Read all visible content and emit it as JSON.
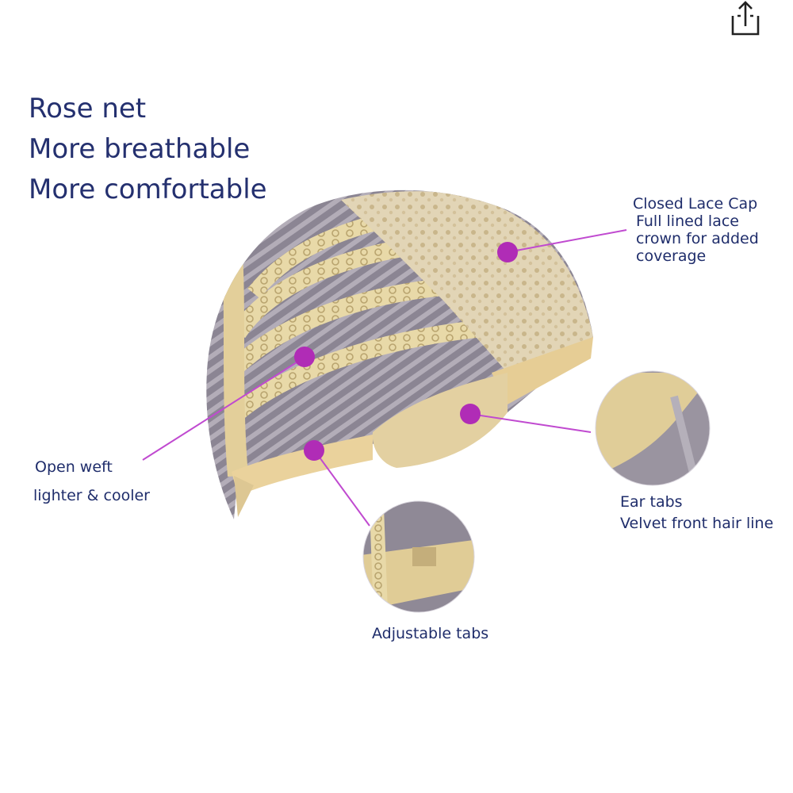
{
  "share": {
    "icon": "share-icon"
  },
  "headline": {
    "lines": [
      "Rose net",
      "More breathable",
      "More comfortable"
    ]
  },
  "callouts": {
    "closed_lace": {
      "title": "Closed Lace Cap",
      "lines": [
        "Full lined lace",
        "crown for added",
        "coverage"
      ]
    },
    "open_weft": {
      "lines": [
        "Open weft",
        "lighter & cooler"
      ]
    },
    "ear_tabs": {
      "lines": [
        "Ear tabs",
        "Velvet front hair line"
      ]
    },
    "adjustable_tabs": {
      "label": "Adjustable tabs"
    }
  },
  "colors": {
    "text": "#1f2d6b",
    "marker": "#b02cb6",
    "leader": "#c04ad0",
    "lace": "#d8c39a",
    "band": "#e7cf98",
    "hair": "#8e8894"
  }
}
